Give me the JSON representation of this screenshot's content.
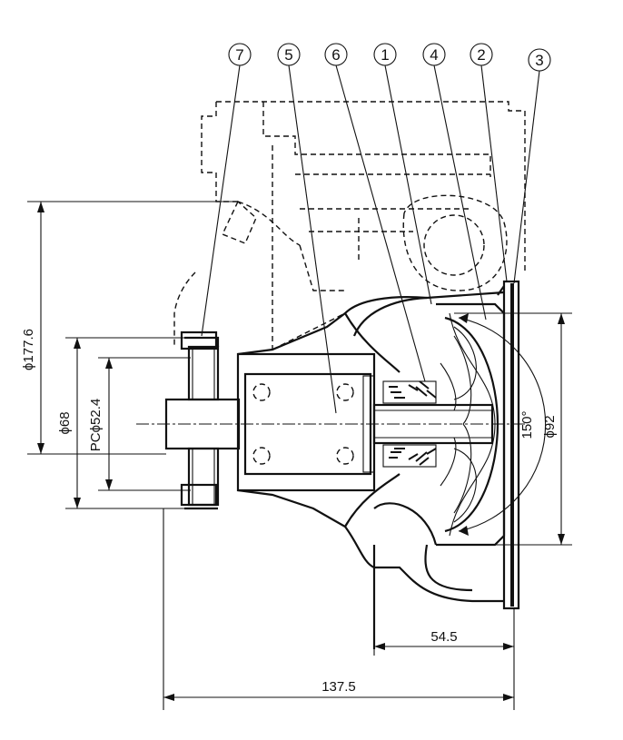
{
  "part_callouts": [
    {
      "id": "callout-7",
      "label": "7"
    },
    {
      "id": "callout-5",
      "label": "5"
    },
    {
      "id": "callout-6",
      "label": "6"
    },
    {
      "id": "callout-1",
      "label": "1"
    },
    {
      "id": "callout-4",
      "label": "4"
    },
    {
      "id": "callout-2",
      "label": "2"
    },
    {
      "id": "callout-3",
      "label": "3"
    }
  ],
  "dimensions": {
    "flange_diameter": "ϕ177.6",
    "pulley_diameter": "ϕ68",
    "pitch_circle": "PCϕ52.4",
    "impeller_diameter": "ϕ92",
    "angle": "150°",
    "flange_to_face": "54.5",
    "overall_length": "137.5"
  }
}
